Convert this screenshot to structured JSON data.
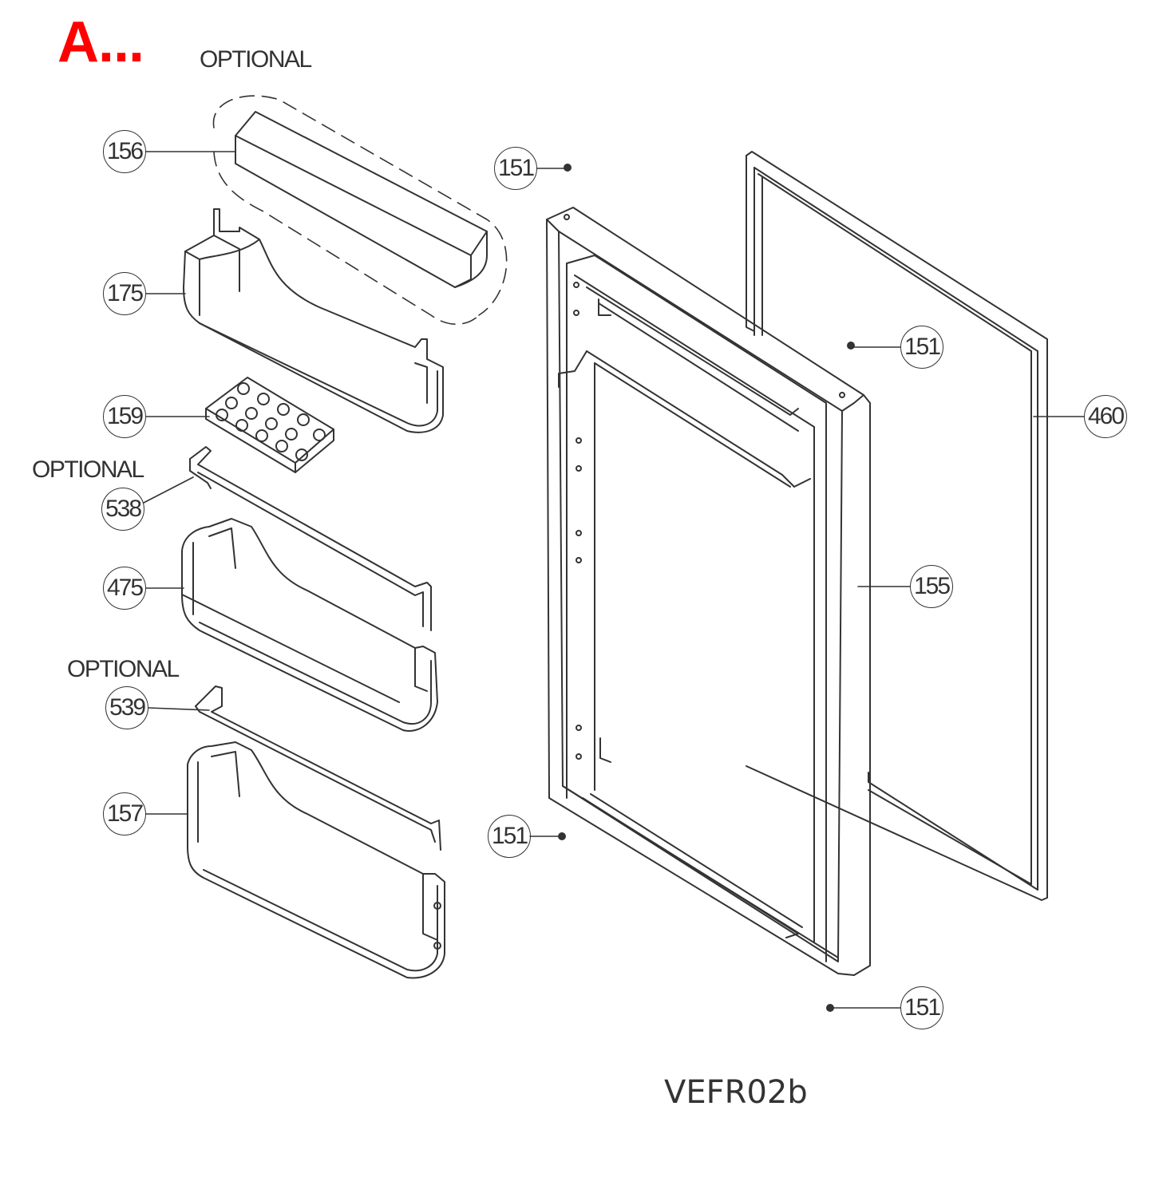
{
  "diagram": {
    "corner_label": "A...",
    "optional_labels": [
      "OPTIONAL",
      "OPTIONAL",
      "OPTIONAL"
    ],
    "caption": "VEFR02b",
    "callouts": {
      "c156": "156",
      "c175": "175",
      "c159": "159",
      "c538": "538",
      "c475": "475",
      "c539": "539",
      "c157": "157",
      "c151_top": "151",
      "c151_right": "151",
      "c151_mid": "151",
      "c151_bottom": "151",
      "c460": "460",
      "c155": "155"
    },
    "colors": {
      "corner_label": "#ff0000",
      "line": "#333333"
    }
  }
}
